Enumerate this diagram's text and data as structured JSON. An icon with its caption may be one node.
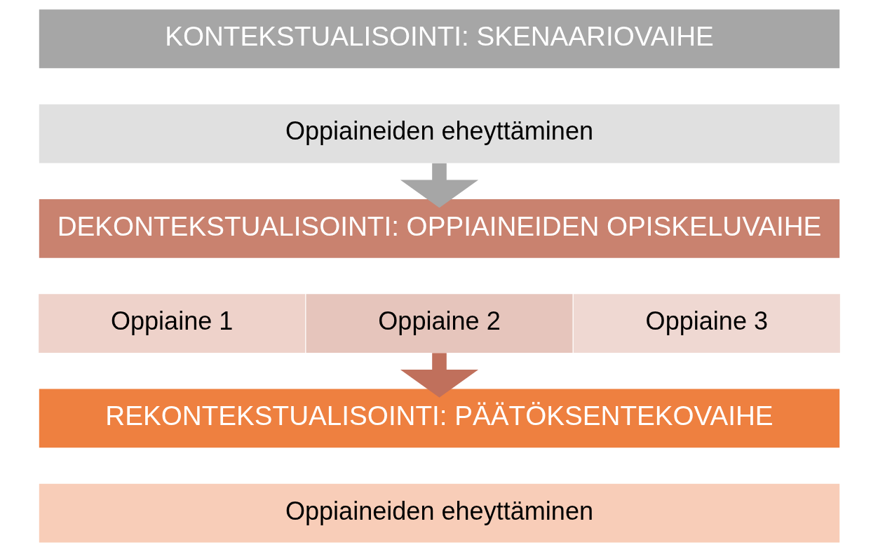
{
  "diagram": {
    "nodes": [
      {
        "text": [
          "KONTEKSTUALISOINTI: SKENAARIOVAIHE"
        ]
      },
      {
        "text": [
          "Oppiaineiden eheyttäminen"
        ]
      },
      {
        "text": [
          "DEKONTEKSTUALISOINTI: OPPIAINEIDEN OPISKELUVAIHE"
        ]
      },
      {
        "text": [
          "Oppiaine 1"
        ]
      },
      {
        "text": [
          "Oppiaine 2"
        ]
      },
      {
        "text": [
          "Oppiaine 3"
        ]
      },
      {
        "text": [
          "REKONTEKSTUALISOINTI: PÄÄTÖKSENTEKOVAIHE"
        ]
      },
      {
        "text": [
          "Oppiaineiden eheyttäminen"
        ]
      }
    ],
    "edges": [
      {
        "from": 1,
        "to": 2,
        "arrow": "to",
        "color": "#a6a6a6"
      },
      {
        "from": 4,
        "to": 6,
        "arrow": "to",
        "color": "#c0705c"
      }
    ]
  }
}
